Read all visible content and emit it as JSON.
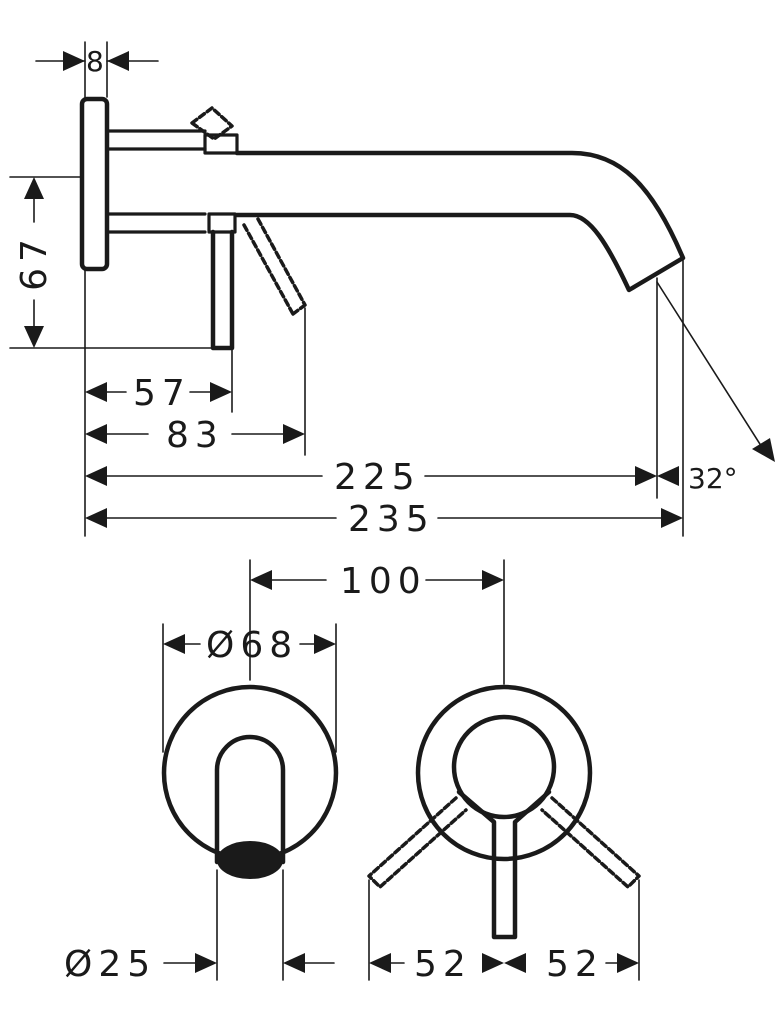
{
  "side_view": {
    "flange_thickness": "8",
    "height": "67",
    "handle_offset": "57",
    "handle_tilt_reach": "83",
    "spout_length_inner": "225",
    "spout_length_total": "235",
    "spout_angle": "32°"
  },
  "front_view": {
    "center_distance": "100",
    "rosette_diameter": "Ø68",
    "spout_diameter": "Ø25",
    "handle_swing_left": "52",
    "handle_swing_right": "52"
  }
}
